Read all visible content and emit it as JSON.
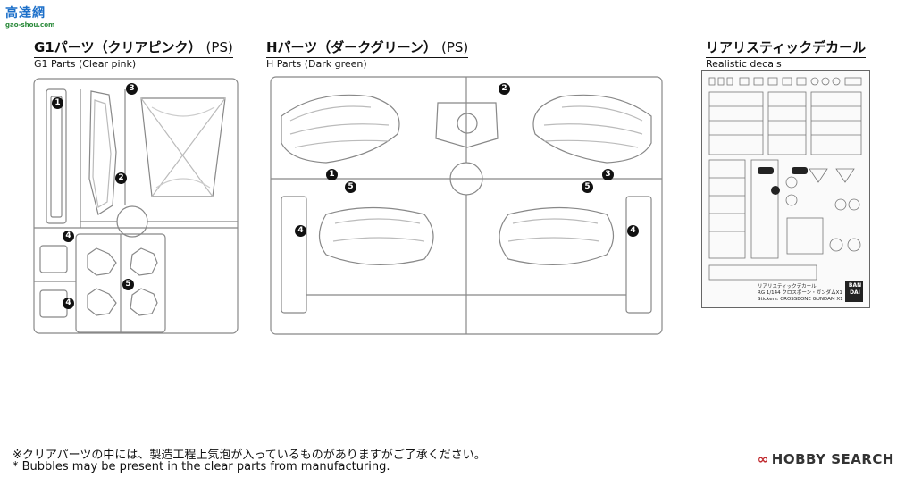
{
  "watermark_top": {
    "site_cn": "高達網",
    "site_url": "gao-shou.com"
  },
  "sections": {
    "g1": {
      "title_jp": "G1パーツ（クリアピンク）",
      "material": "(PS)",
      "title_en": "G1 Parts (Clear pink)"
    },
    "h": {
      "title_jp": "Hパーツ（ダークグリーン）",
      "material": "(PS)",
      "title_en": "H Parts (Dark green)"
    },
    "decal": {
      "title_jp": "リアリスティックデカール",
      "title_en": "Realistic decals"
    }
  },
  "decal_sheet": {
    "label_jp": "リアリスティックデカール",
    "label_model": "RG 1/144 クロスボーン・ガンダムX1",
    "label_stickers": "Stickers: CROSSBONE GUNDAM X1",
    "brand": "BAN DAI"
  },
  "part_numbers": {
    "g1": [
      "1",
      "2",
      "3",
      "4",
      "4",
      "5"
    ],
    "h": [
      "1",
      "2",
      "3",
      "4",
      "4",
      "5",
      "5"
    ]
  },
  "notes": {
    "jp": "※クリアパーツの中には、製造工程上気泡が入っているものがありますがご了承ください。",
    "en": "* Bubbles may be present in the clear parts from manufacturing."
  },
  "watermark_bottom": {
    "brand": "HOBBY SEARCH",
    "mark": "∞"
  }
}
